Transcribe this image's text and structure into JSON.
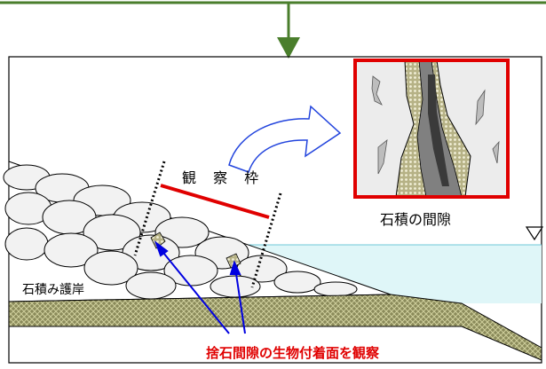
{
  "labels": {
    "observation_frame": "観 察 枠",
    "stone_gap": "石積の間隙",
    "masonry_revetment": "石積み護岸",
    "observation_note": "捨石間隙の生物付着面を観察"
  },
  "icons": {
    "top_arrow": "down-arrow-icon",
    "curved_arrow": "curved-arrow-icon",
    "water_level": "water-level-triangle-icon"
  },
  "colors": {
    "accent_red": "#e00000",
    "pointer_blue": "#0000e0",
    "connector_green": "#4a7e2c",
    "water": "#dff6f8",
    "ground": "#8a8a5a"
  }
}
